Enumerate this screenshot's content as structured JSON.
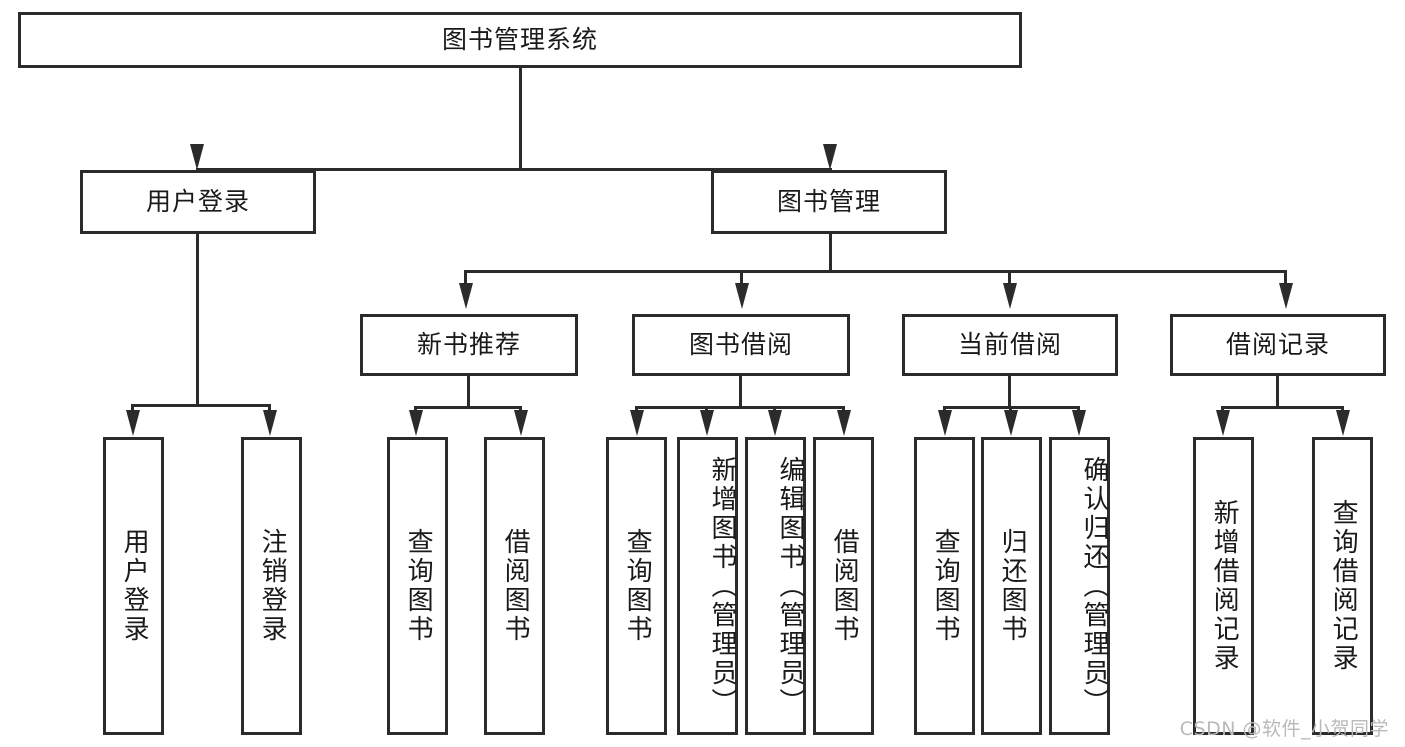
{
  "diagram": {
    "title": "图书管理系统",
    "root": {
      "label": "图书管理系统"
    },
    "level2": [
      {
        "label": "用户登录"
      },
      {
        "label": "图书管理"
      }
    ],
    "level3": [
      {
        "label": "新书推荐"
      },
      {
        "label": "图书借阅"
      },
      {
        "label": "当前借阅"
      },
      {
        "label": "借阅记录"
      }
    ],
    "leaves": {
      "user_login": [
        {
          "label": "用户登录"
        },
        {
          "label": "注销登录"
        }
      ],
      "new_book_recommend": [
        {
          "label": "查询图书"
        },
        {
          "label": "借阅图书"
        }
      ],
      "book_borrow": [
        {
          "label": "查询图书"
        },
        {
          "label": "新增图书（管理员）"
        },
        {
          "label": "编辑图书（管理员）"
        },
        {
          "label": "借阅图书"
        }
      ],
      "current_borrow": [
        {
          "label": "查询图书"
        },
        {
          "label": "归还图书"
        },
        {
          "label": "确认归还（管理员）"
        }
      ],
      "borrow_record": [
        {
          "label": "新增借阅记录"
        },
        {
          "label": "查询借阅记录"
        }
      ]
    }
  },
  "watermark": {
    "text": "CSDN @软件_小贺同学"
  },
  "colors": {
    "line": "#2b2b2b",
    "text": "#1a1a1a",
    "background": "#ffffff",
    "watermark": "#b9b9b9"
  }
}
